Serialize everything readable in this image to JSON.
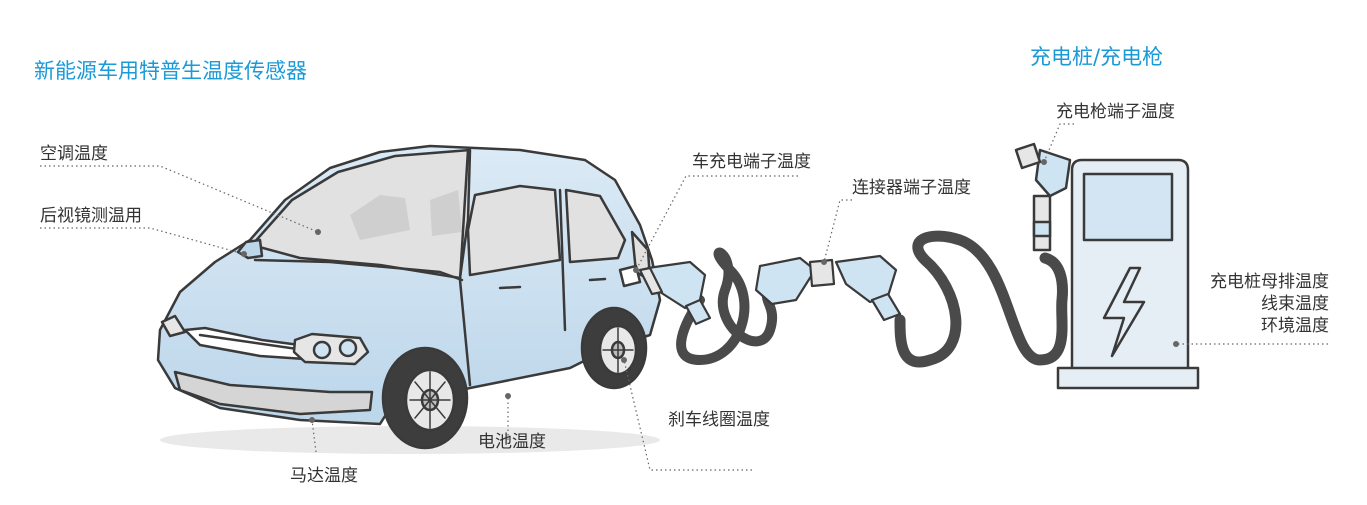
{
  "titles": {
    "ev_sensors": "新能源车用特普生温度传感器",
    "charger": "充电桩/充电枪"
  },
  "labels": {
    "ac": "空调温度",
    "mirror": "后视镜测温用",
    "car_port": "车充电端子温度",
    "connector": "连接器端子温度",
    "gun_terminal": "充电枪端子温度",
    "pile_busbar": "充电桩母排温度",
    "harness": "线束温度",
    "environment": "环境温度",
    "brake": "刹车线圈温度",
    "battery": "电池温度",
    "motor": "马达温度"
  },
  "colors": {
    "accent": "#1a9ad6",
    "car_body": "#cfe4f3",
    "outline": "#3a3a3a",
    "cable": "#5a5a5a",
    "leader": "#666666"
  },
  "icons": {
    "charger_symbol": "lightning-bolt-icon"
  }
}
